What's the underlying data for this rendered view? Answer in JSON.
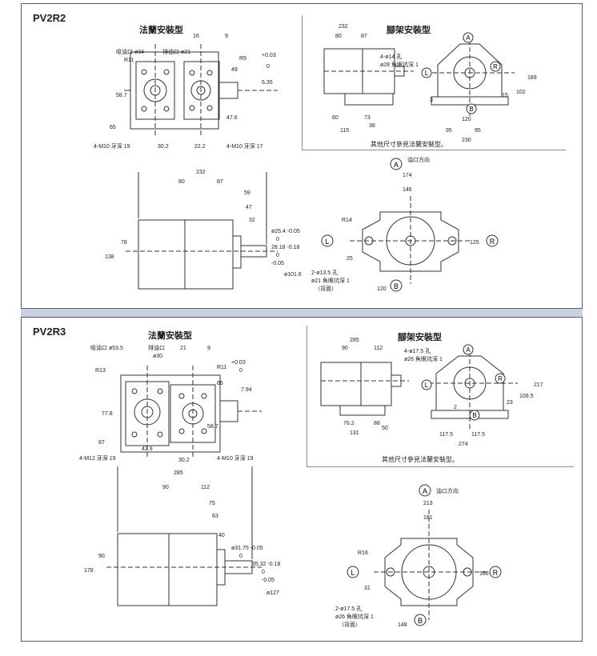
{
  "sections": [
    {
      "model": "PV2R2",
      "flange_title": "法蘭安裝型",
      "foot_title": "腳架安裝型",
      "foot_note": "其他尺寸參見法蘭安裝型。",
      "flange_labels": [
        "吸油口 ø34",
        "排油口 ø21",
        "R11",
        "R9",
        "49",
        "58.7",
        "65",
        "4-M10 牙深 19",
        "30.2",
        "22.2",
        "4-M10 牙深 17",
        "47.6",
        "16",
        "9",
        "+0.03",
        "6.35",
        "0"
      ],
      "foot_labels": [
        "232",
        "80",
        "87",
        "4-ø14 孔",
        "ø28 魚眼坑深 1",
        "60",
        "73",
        "38",
        "115",
        "3",
        "120",
        "95",
        "95",
        "230",
        "15",
        "102",
        "189"
      ],
      "side_labels": [
        "232",
        "80",
        "87",
        "59",
        "47",
        "32",
        "ø25.4 -0.05",
        "0",
        "28.18 -0.18",
        "0",
        "-0.05",
        "ø101.6",
        "78",
        "138"
      ],
      "front_labels": [
        "油口方向",
        "174",
        "146",
        "R14",
        "2-ø13.5 孔",
        "ø21 魚眼坑深 1",
        "（背面）",
        "25",
        "120",
        "125"
      ]
    },
    {
      "model": "PV2R3",
      "flange_title": "法蘭安裝型",
      "foot_title": "腳架安裝型",
      "foot_note": "其他尺寸參見法蘭安裝型。",
      "flange_labels": [
        "吸油口 ø53.5",
        "排油口",
        "ø30",
        "21",
        "9",
        "R13",
        "R11",
        "65",
        "+0.03",
        "0",
        "7.94",
        "77.8",
        "58.7",
        "87",
        "42.9",
        "30.2",
        "4-M12 牙深 19",
        "4-M10 牙深 19"
      ],
      "foot_labels": [
        "285",
        "90",
        "112",
        "4-ø17.5 孔",
        "ø26 魚眼坑深 1",
        "76.2",
        "88",
        "131",
        "50",
        "2",
        "117.5",
        "117.5",
        "274",
        "23",
        "109.5",
        "217"
      ],
      "side_labels": [
        "285",
        "90",
        "112",
        "75",
        "63",
        "40",
        "ø31.75 -0.05",
        "0",
        "35.32 -0.18",
        "0",
        "-0.05",
        "ø127",
        "90",
        "178"
      ],
      "front_labels": [
        "油口方向",
        "213",
        "181",
        "R16",
        "2-ø17.5 孔",
        "ø26 魚眼坑深 1",
        "（背面）",
        "31",
        "148",
        "166"
      ]
    }
  ],
  "markers": [
    "A",
    "B",
    "L",
    "R"
  ]
}
